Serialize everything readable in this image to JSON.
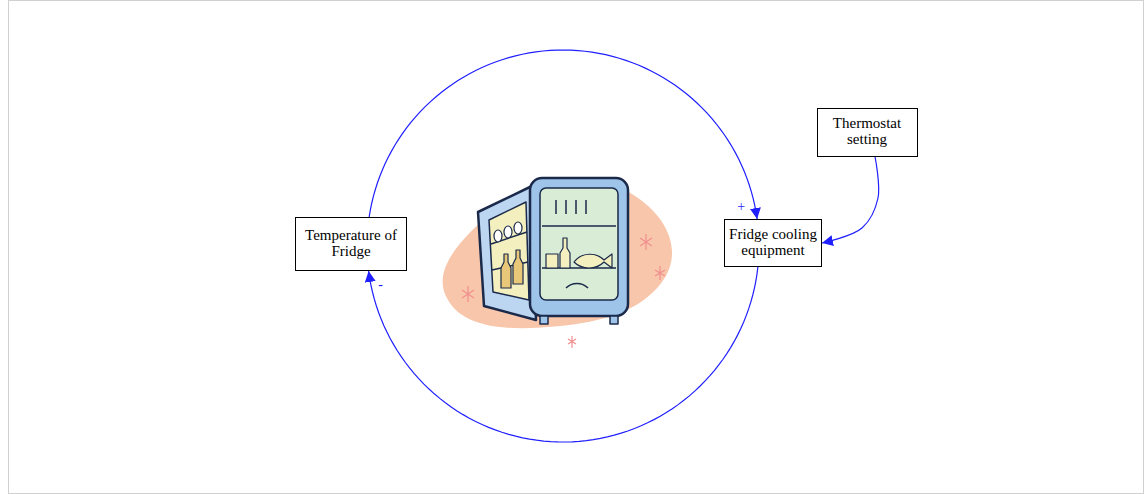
{
  "diagram": {
    "nodes": [
      {
        "text": [
          "Temperature of Fridge"
        ]
      },
      {
        "text": [
          "Fridge cooling equipment"
        ]
      },
      {
        "text": [
          "Thermostat setting"
        ]
      }
    ],
    "edges": [
      {
        "from": 0,
        "to": 1,
        "arrow": "to",
        "label": "+"
      },
      {
        "from": 1,
        "to": 0,
        "arrow": "to",
        "label": "-"
      },
      {
        "from": 2,
        "to": 1,
        "arrow": "to"
      }
    ]
  }
}
